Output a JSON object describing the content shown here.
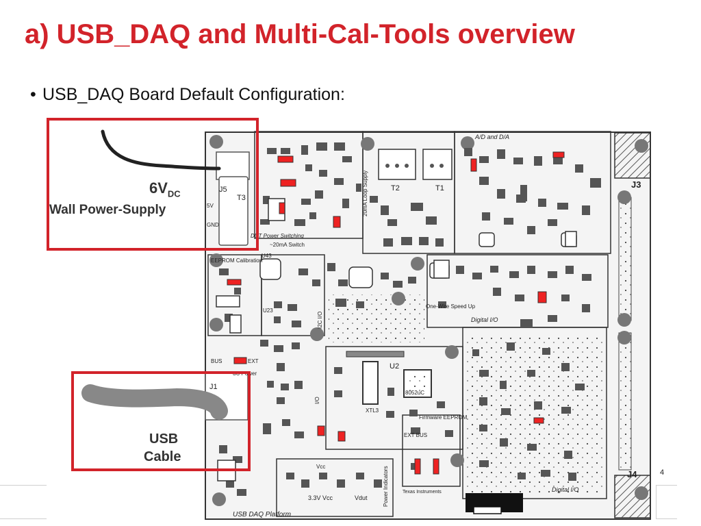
{
  "slide": {
    "title": "a) USB_DAQ and Multi-Cal-Tools overview",
    "bullet": "USB_DAQ Board Default Configuration:",
    "page_number": "4"
  },
  "callouts": {
    "power_voltage": "6V",
    "power_voltage_sub": "DC",
    "power_label": "Wall Power-Supply",
    "usb_label_line1": "USB",
    "usb_label_line2": "Cable"
  },
  "board": {
    "platform_label": "USB DAQ Platform",
    "connectors": {
      "j1": "J1",
      "j3": "J3",
      "j4": "J4",
      "j5": "J5",
      "t1": "T1",
      "t2": "T2",
      "t3": "T3",
      "u2": "U2"
    },
    "section_labels": {
      "ad_da": "A/D and D/A",
      "loop_supply": "20mA Loop Supply",
      "power_switching": "DUT Power Switching",
      "switch_20ma": "~20mA Switch",
      "eeprom_cal": "EEPROM Calibration",
      "one_wire": "One-Wire Speed Up",
      "digital_io_top": "Digital I/O",
      "digital_io_bottom": "Digital I/O",
      "firmware_eeprom": "Firmware EEPROM",
      "power_indicators": "Power Indicators",
      "vdd": "3.3V Vcc",
      "vdut": "Vdut",
      "texas": "Texas Instruments",
      "i2c_i2o": "I2C I/O",
      "io_tc": "I/O",
      "ic_power": "uC Power",
      "bus_ext": "BUS EXT",
      "ext_bus2": "EXT BUS",
      "c8051": "8052uC",
      "xtl3": "XTL3",
      "one_wire_pin": "5V",
      "gnd": "GND",
      "vin": "5V",
      "bus_label": "BUS",
      "ext_label": "EXT",
      "uc_label": "uC Power",
      "vcc": "Vcc",
      "u43": "U43",
      "u23": "U23"
    }
  }
}
